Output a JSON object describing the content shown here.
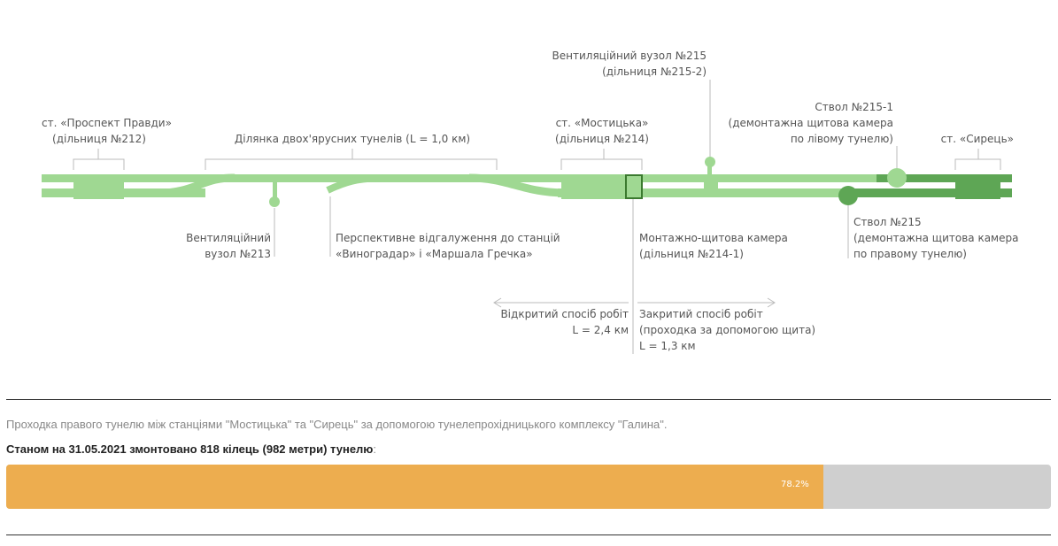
{
  "diagram": {
    "labels": {
      "prospekt_pravdy": "ст. «Проспект Правди»",
      "prospekt_pravdy_section": "(дільниця №212)",
      "double_deck": "Ділянка двох'ярусних тунелів (L = 1,0 км)",
      "mostytska": "ст. «Мостицька»",
      "mostytska_section": "(дільниця №214)",
      "vent215": "Вентиляційний вузол №215",
      "vent215_section": "(дільниця №215-2)",
      "shaft2151": "Ствол №215-1",
      "shaft2151_desc1": "(демонтажна щитова камера",
      "shaft2151_desc2": "по лівому тунелю)",
      "syrets": "ст. «Сирець»",
      "vent213_1": "Вентиляційний",
      "vent213_2": "вузол №213",
      "branch1": "Перспективне відгалуження до станцій",
      "branch2": "«Виноградар» і «Маршала Гречка»",
      "chamber1": "Монтажно-щитова камера",
      "chamber2": "(дільниця №214-1)",
      "shaft215": "Ствол №215",
      "shaft215_desc1": "(демонтажна щитова камера",
      "shaft215_desc2": "по правому тунелю)",
      "open1": "Відкритий спосіб робіт",
      "open2": "L = 2,4 км",
      "closed1": "Закритий спосіб робіт",
      "closed2": "(проходка за допомогою щита)",
      "closed3": "L = 1,3 км"
    },
    "colors": {
      "light": "#9fd892",
      "dark": "#5ea655",
      "outline": "#3b7a2f"
    }
  },
  "progress": {
    "description": "Проходка правого тунелю між станціями \"Мостицька\" та \"Сирець\" за допомогою тунелепрохідницького комплексу \"Галина\".",
    "status": "Станом на 31.05.2021 змонтовано 818 кілець (982 метри) тунелю",
    "status_colon": ":",
    "percent": 78.2,
    "percent_label": "78.2%"
  }
}
